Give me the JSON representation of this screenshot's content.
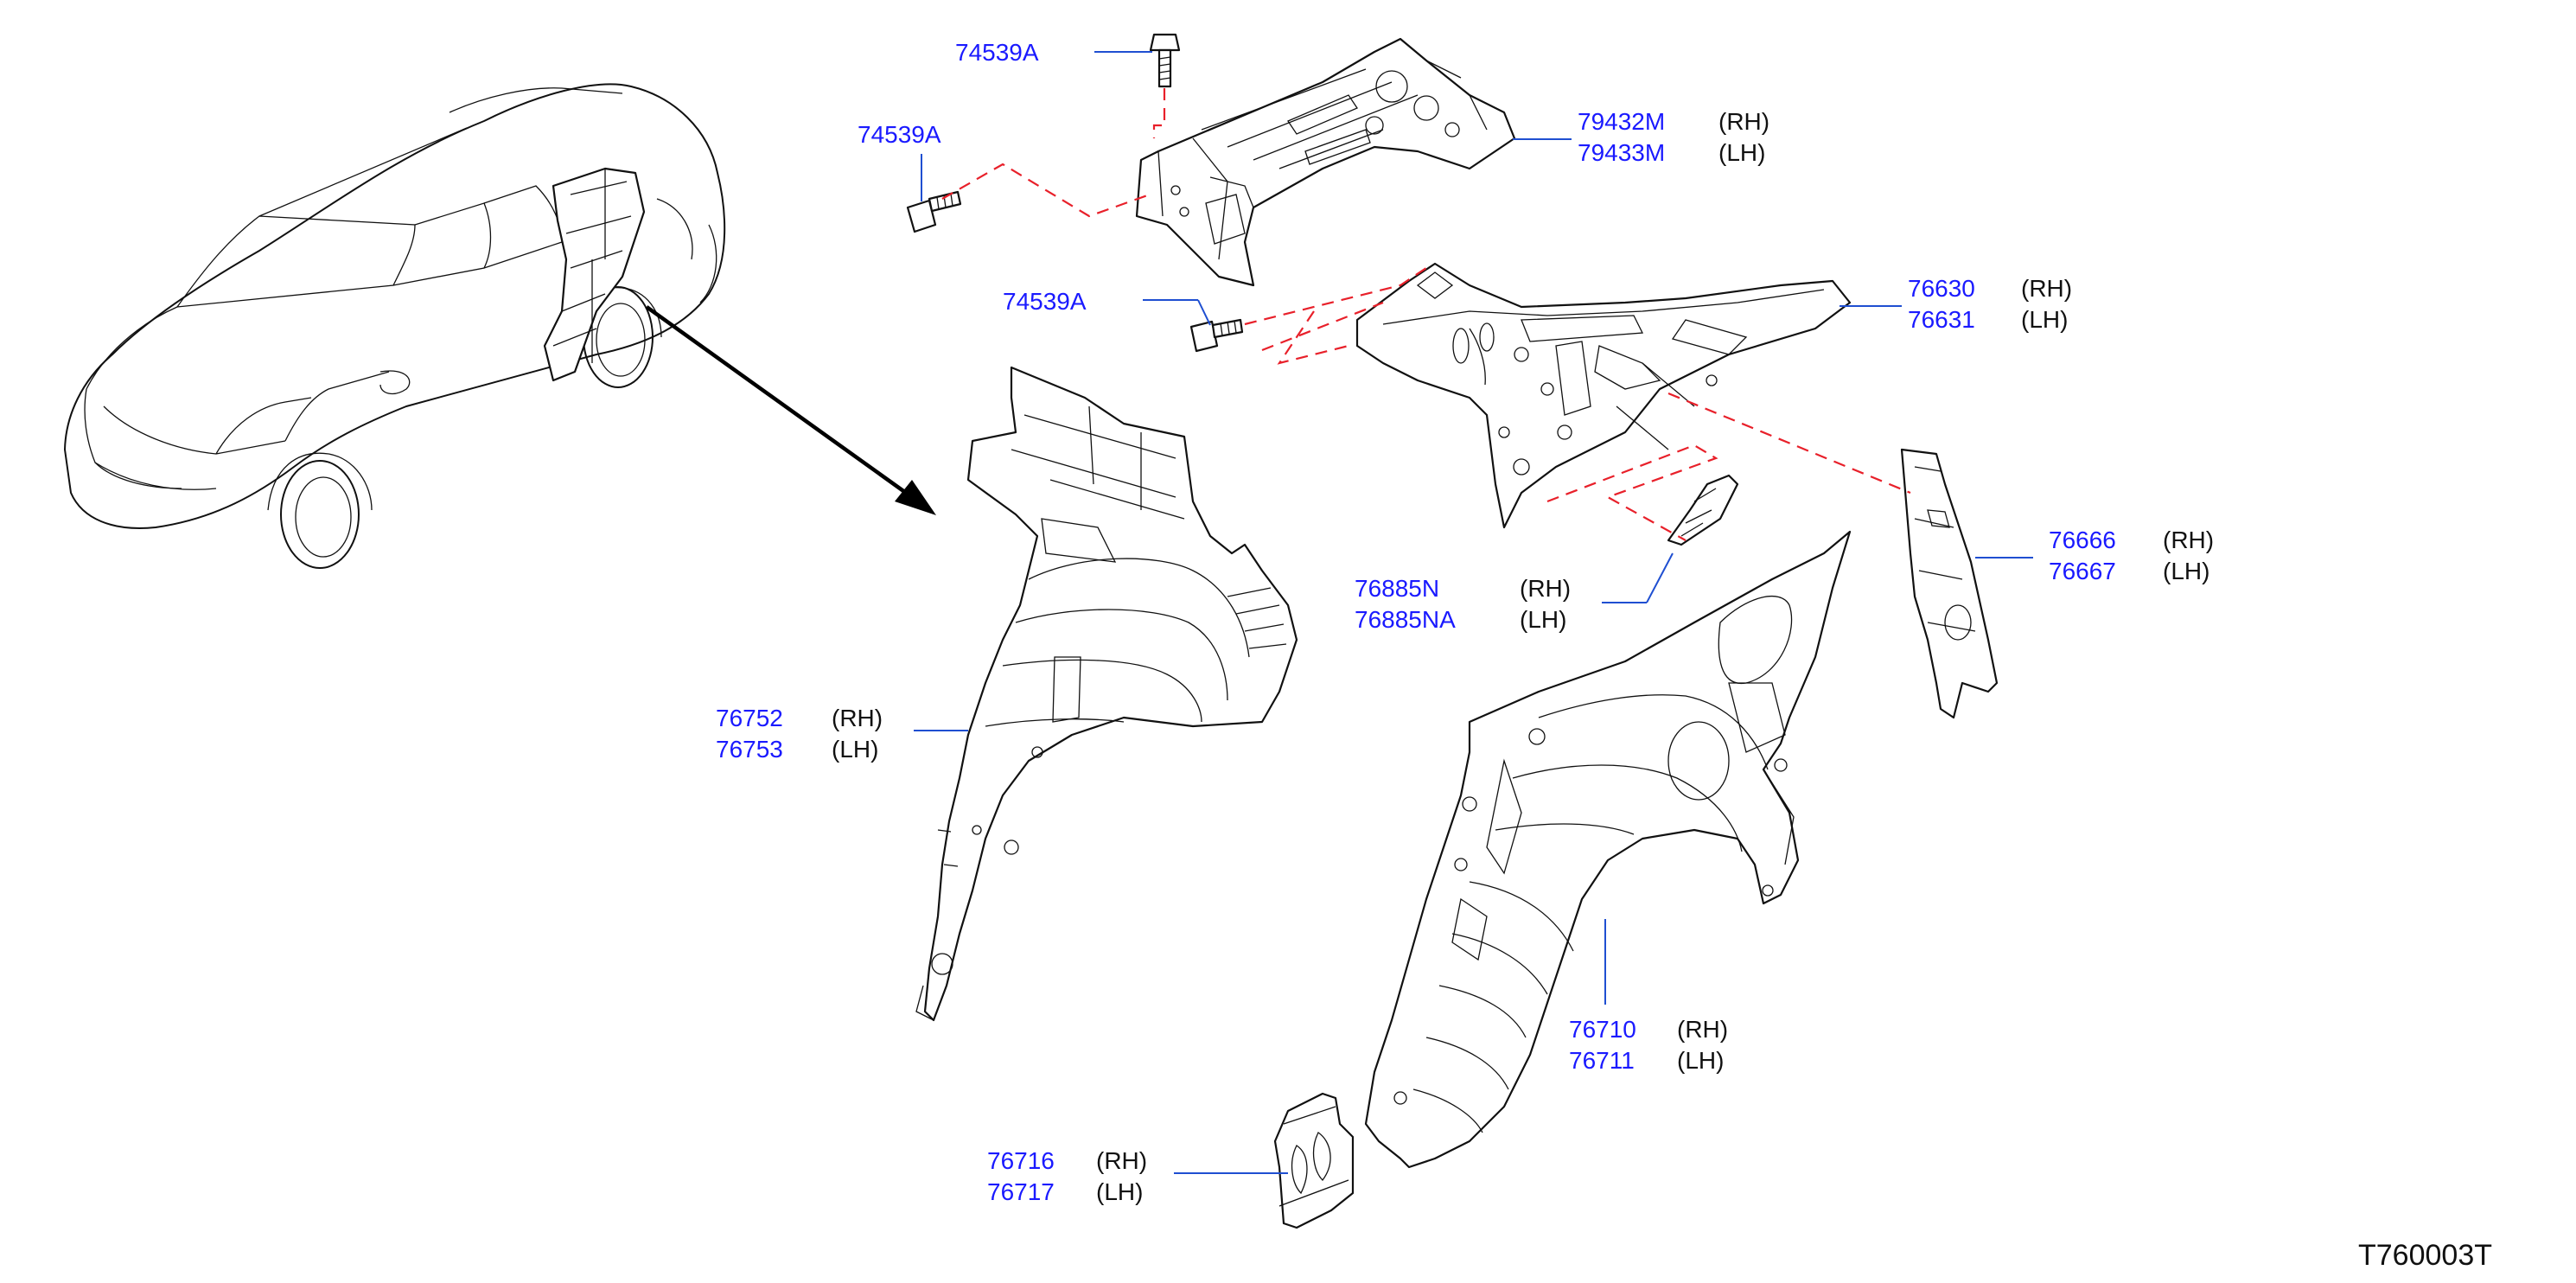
{
  "callouts": [
    {
      "id": "c1",
      "number": "74539A",
      "side": ""
    },
    {
      "id": "c2",
      "number": "74539A",
      "side": ""
    },
    {
      "id": "c3",
      "number": "74539A",
      "side": ""
    },
    {
      "id": "c4a",
      "number": "79432M",
      "side": "(RH)"
    },
    {
      "id": "c4b",
      "number": "79433M",
      "side": "(LH)"
    },
    {
      "id": "c5a",
      "number": "76630",
      "side": "(RH)"
    },
    {
      "id": "c5b",
      "number": "76631",
      "side": "(LH)"
    },
    {
      "id": "c6a",
      "number": "76666",
      "side": "(RH)"
    },
    {
      "id": "c6b",
      "number": "76667",
      "side": "(LH)"
    },
    {
      "id": "c7a",
      "number": "76885N",
      "side": "(RH)"
    },
    {
      "id": "c7b",
      "number": "76885NA",
      "side": "(LH)"
    },
    {
      "id": "c8a",
      "number": "76752",
      "side": "(RH)"
    },
    {
      "id": "c8b",
      "number": "76753",
      "side": "(LH)"
    },
    {
      "id": "c9a",
      "number": "76710",
      "side": "(RH)"
    },
    {
      "id": "c9b",
      "number": "76711",
      "side": "(LH)"
    },
    {
      "id": "c10a",
      "number": "76716",
      "side": "(RH)"
    },
    {
      "id": "c10b",
      "number": "76717",
      "side": "(LH)"
    }
  ],
  "diagram_code": "T760003T",
  "colors": {
    "part_number": "#1a1aff",
    "leader": "#1f4fd1",
    "dashed_guide": "#e8202a",
    "outline": "#111111"
  }
}
